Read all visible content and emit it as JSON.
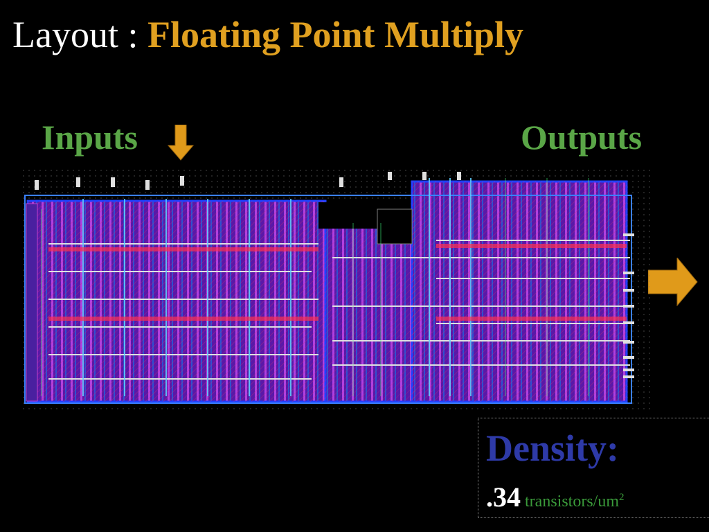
{
  "title": {
    "prefix": "Layout :",
    "emphasis": "Floating Point Multiply"
  },
  "labels": {
    "inputs": "Inputs",
    "outputs": "Outputs"
  },
  "density": {
    "label": "Density:",
    "value": ".34",
    "unit": "transistors/um",
    "unit_exponent": "2"
  },
  "colors": {
    "background": "#000000",
    "title_accent": "#e0a020",
    "label_green": "#5aa647",
    "density_blue": "#2e3aa8",
    "arrow": "#e09a1a"
  },
  "icons": {
    "inputs_arrow": "arrow-down-icon",
    "outputs_arrow": "arrow-right-icon"
  }
}
